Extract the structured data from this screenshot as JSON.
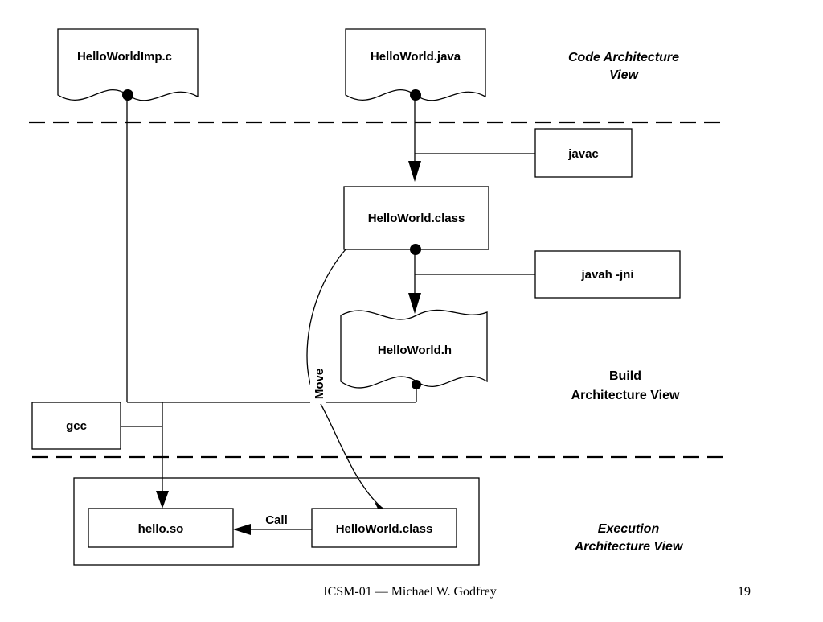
{
  "code_view": {
    "line1": "Code Architecture",
    "line2": "View"
  },
  "build_view": {
    "line1": "Build",
    "line2": "Architecture View"
  },
  "exec_view": {
    "line1": "Execution",
    "line2": "Architecture View"
  },
  "nodes": {
    "helloworldimp_c": "HelloWorldImp.c",
    "helloworld_java": "HelloWorld.java",
    "javac": "javac",
    "helloworld_class_build": "HelloWorld.class",
    "javah": "javah -jni",
    "helloworld_h": "HelloWorld.h",
    "gcc": "gcc",
    "hello_so": "hello.so",
    "helloworld_class_exec": "HelloWorld.class"
  },
  "edges": {
    "move": "Move",
    "call": "Call"
  },
  "footer": {
    "text": "ICSM-01 — Michael W. Godfrey",
    "page": "19"
  }
}
